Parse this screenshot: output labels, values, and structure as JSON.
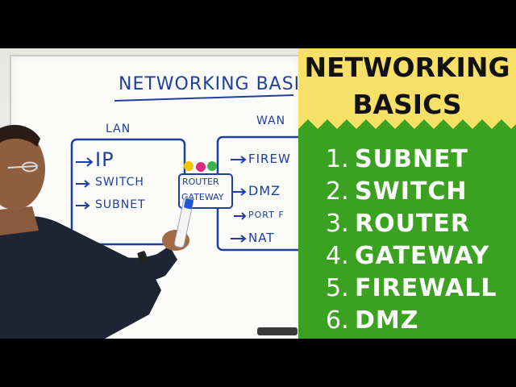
{
  "board": {
    "title": "NETWORKING BASIC",
    "lan": {
      "label": "LAN",
      "items": [
        "IP",
        "SWITCH",
        "SUBNET"
      ]
    },
    "wan": {
      "label": "WAN",
      "items": [
        "FIREW",
        "DMZ",
        "PORT F",
        "NAT"
      ]
    },
    "center_note": [
      "ROUTER",
      "GATEWAY"
    ]
  },
  "sidebar": {
    "title_lines": [
      "NETWORKING",
      "BASICS"
    ],
    "items": [
      {
        "num": "1.",
        "label": "SUBNET"
      },
      {
        "num": "2.",
        "label": "SWITCH"
      },
      {
        "num": "3.",
        "label": "ROUTER"
      },
      {
        "num": "4.",
        "label": "GATEWAY"
      },
      {
        "num": "5.",
        "label": "FIREWALL"
      },
      {
        "num": "6.",
        "label": "DMZ"
      }
    ]
  },
  "colors": {
    "marker_blue": "#1f3f9c",
    "banner_yellow": "#f7e067",
    "banner_green": "#3aa121",
    "banner_text_dark": "#111111",
    "banner_text_light": "#ffffff"
  }
}
